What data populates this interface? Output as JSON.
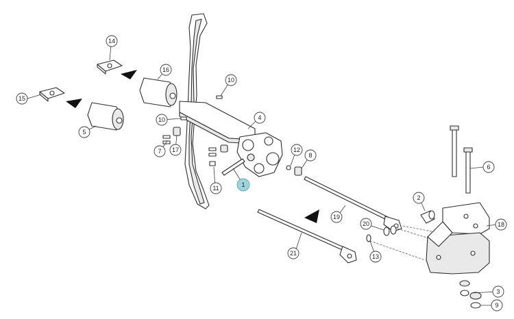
{
  "diagram": {
    "highlight_color": "#9fd3d9",
    "callouts": [
      {
        "id": "c1",
        "label": "1",
        "highlighted": true
      },
      {
        "id": "c2",
        "label": "2"
      },
      {
        "id": "c3",
        "label": "3"
      },
      {
        "id": "c4",
        "label": "4"
      },
      {
        "id": "c5",
        "label": "5"
      },
      {
        "id": "c6",
        "label": "6"
      },
      {
        "id": "c7",
        "label": "7"
      },
      {
        "id": "c8",
        "label": "8"
      },
      {
        "id": "c9",
        "label": "9"
      },
      {
        "id": "c10a",
        "label": "10"
      },
      {
        "id": "c10b",
        "label": "10"
      },
      {
        "id": "c11",
        "label": "11"
      },
      {
        "id": "c12",
        "label": "12"
      },
      {
        "id": "c13",
        "label": "13"
      },
      {
        "id": "c14",
        "label": "14"
      },
      {
        "id": "c15",
        "label": "15"
      },
      {
        "id": "c16",
        "label": "16"
      },
      {
        "id": "c17",
        "label": "17"
      },
      {
        "id": "c18",
        "label": "18"
      },
      {
        "id": "c19",
        "label": "19"
      },
      {
        "id": "c20",
        "label": "20"
      },
      {
        "id": "c21",
        "label": "21"
      }
    ]
  }
}
